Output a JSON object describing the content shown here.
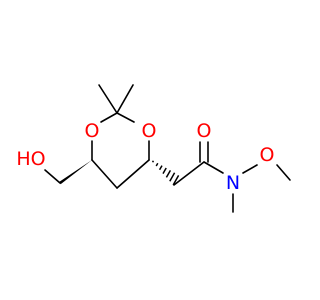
{
  "molecule": {
    "atoms": {
      "ring_o_left": "O",
      "ring_o_right": "O",
      "carbonyl_o": "O",
      "amide_n": "N",
      "methoxy_o": "O",
      "hydroxyl": "HO"
    }
  },
  "colors": {
    "bond": "#000000",
    "oxygen": "#ff0000",
    "nitrogen": "#0000ff",
    "background": "#ffffff"
  }
}
